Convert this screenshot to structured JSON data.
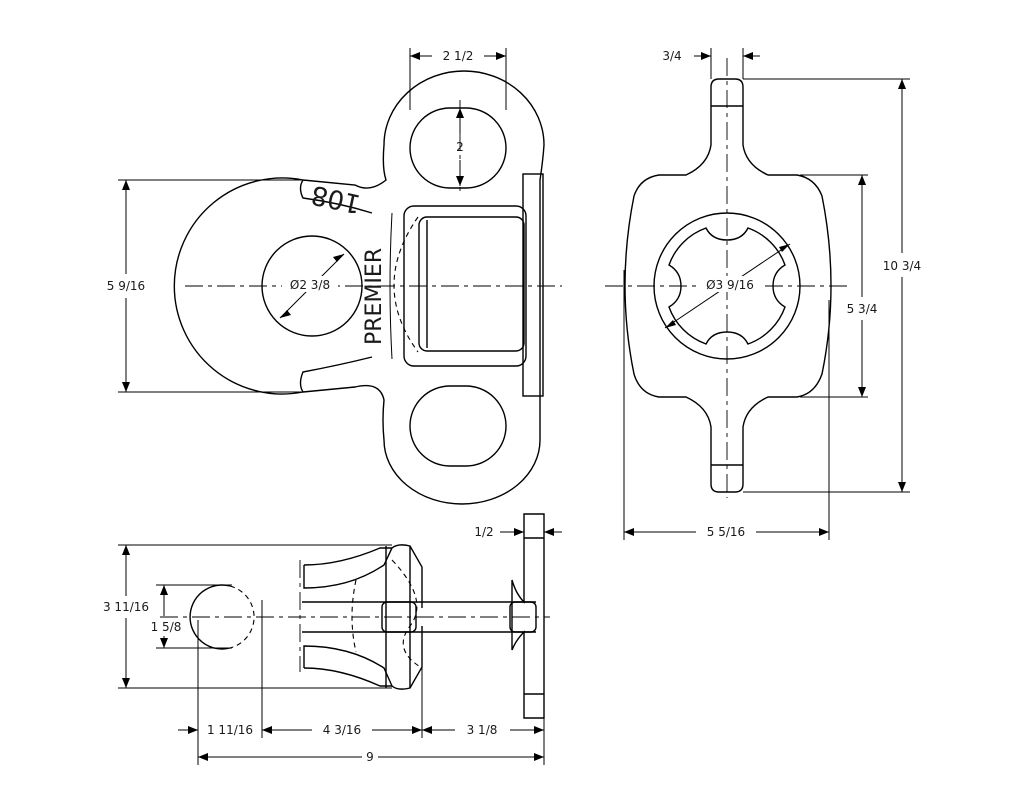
{
  "dimensions": {
    "top_eye_width": "2 1/2",
    "top_eye_height": "2",
    "ring_height": "5 9/16",
    "hole_diameter": "Ø2 3/8",
    "stub_width": "3/4",
    "overall_height": "10 3/4",
    "body_height": "5 3/4",
    "bore_diameter": "Ø3 9/16",
    "body_width": "5 5/16",
    "flange_thickness": "1/2",
    "side_height": "3 11/16",
    "eye_height": "1 5/8",
    "len_a": "1 11/16",
    "len_b": "4 3/16",
    "len_c": "3 1/8",
    "overall_length": "9"
  },
  "markings": {
    "part_number": "108",
    "brand": "PREMIER"
  }
}
